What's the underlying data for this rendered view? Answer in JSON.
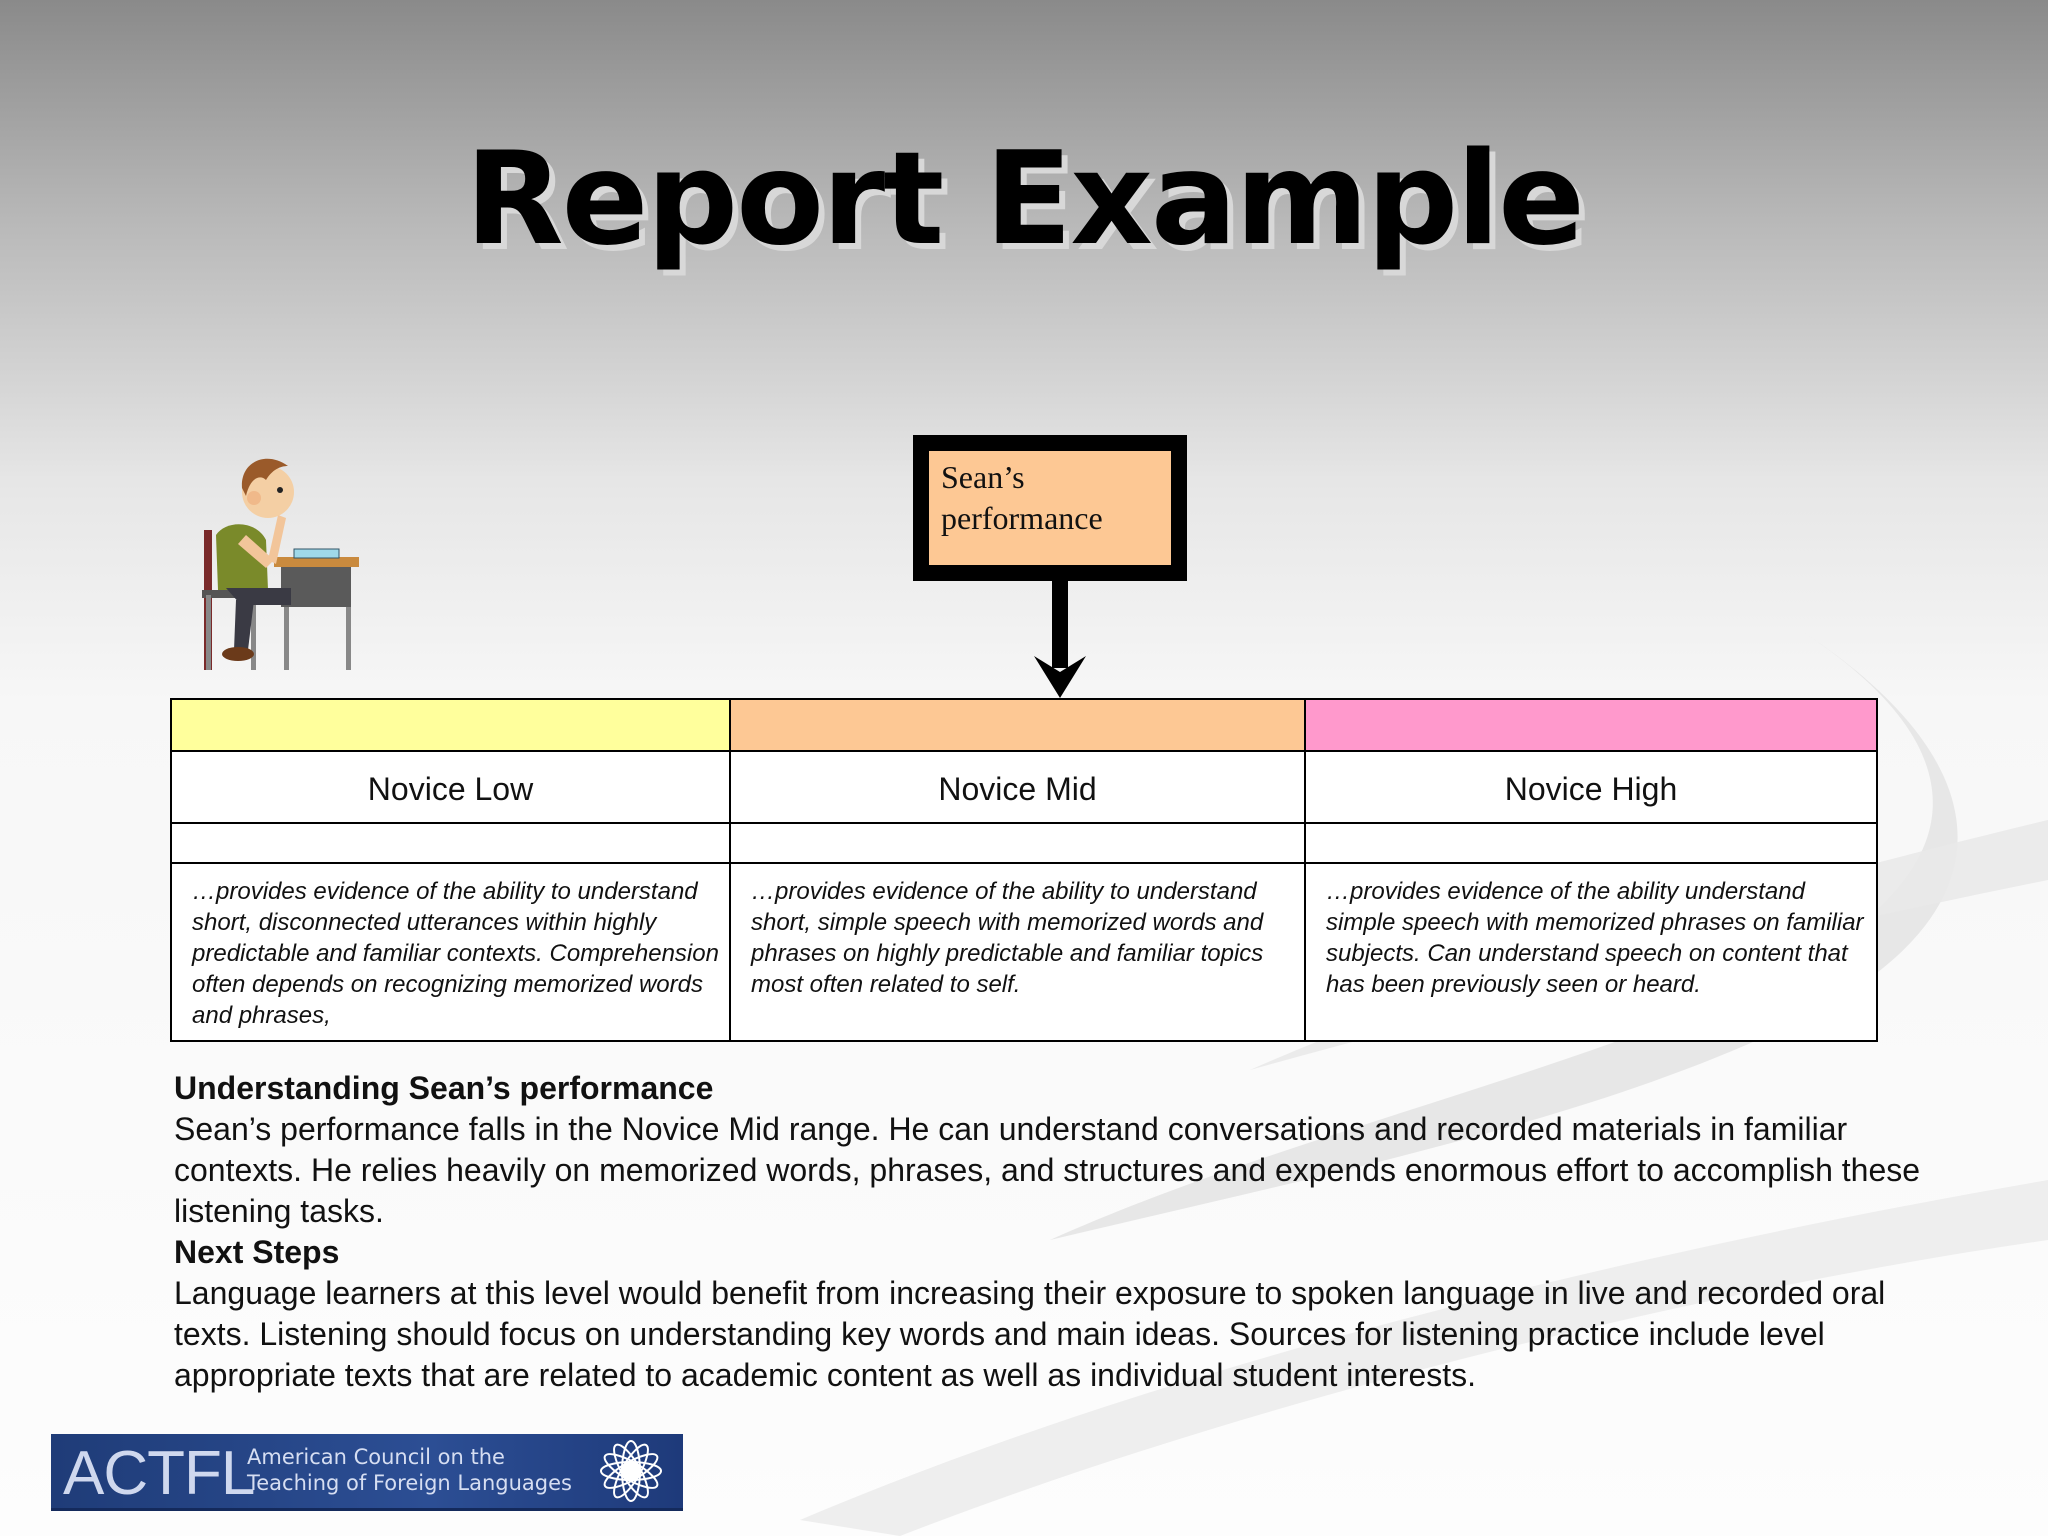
{
  "slide": {
    "title": "Report Example"
  },
  "performance_marker": {
    "line1": "Sean’s",
    "line2": "performance"
  },
  "levels": [
    {
      "name": "Novice Low",
      "color": "#ffff9c",
      "description": "…provides evidence of the ability to understand short, disconnected utterances within highly predictable and familiar contexts.  Comprehension often depends on recognizing memorized words and phrases,"
    },
    {
      "name": "Novice Mid",
      "color": "#fdc894",
      "description": "…provides evidence of the ability to understand short, simple speech with memorized words and phrases on highly predictable and familiar topics most often related to self."
    },
    {
      "name": "Novice High",
      "color": "#ff99cc",
      "description": "…provides evidence of the ability understand simple speech with memorized phrases on familiar subjects.  Can understand speech on content that has been previously seen or heard."
    }
  ],
  "summary": {
    "understanding_heading": "Understanding Sean’s performance",
    "understanding_text": "Sean’s performance falls in the Novice Mid range.  He can understand conversations and recorded materials in familiar contexts.  He relies heavily on memorized words, phrases, and structures and expends enormous effort to accomplish these listening tasks.",
    "next_steps_heading": "Next Steps",
    "next_steps_text": "Language learners at this level would benefit from increasing their exposure to spoken language in live and recorded oral texts.  Listening should focus on understanding key words and main ideas.  Sources for listening practice include level appropriate texts that are related to academic content as well as individual student interests."
  },
  "logo": {
    "abbr": "ACTFL",
    "name_line1": "American Council on the",
    "name_line2": "Teaching of Foreign Languages",
    "icon": "mandala-emblem-icon"
  }
}
